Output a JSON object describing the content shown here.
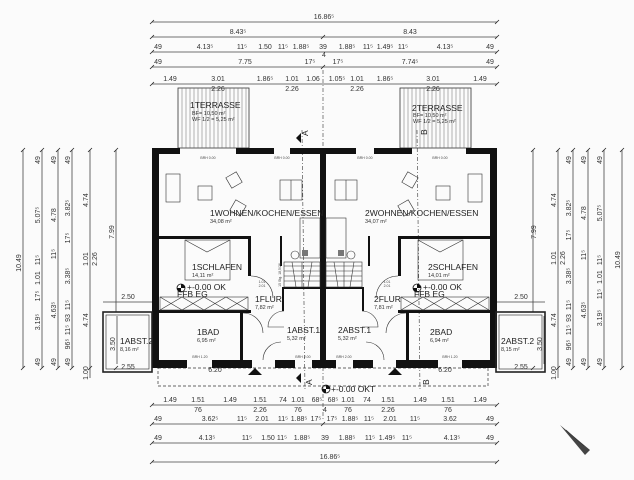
{
  "dimensions": {
    "top": {
      "overall": "16.86⁵",
      "halves": [
        "8.43⁵",
        "8.43"
      ],
      "row3": [
        "49",
        "4.13⁵",
        "11⁵",
        "1.50",
        "11⁵",
        "1.88⁵",
        "39",
        "1.88⁵",
        "11⁵",
        "1.49⁵",
        "11⁵",
        "4.13⁵",
        "49"
      ],
      "row4": [
        "49",
        "7.75",
        "17⁵",
        "4",
        "17⁵",
        "7.74⁵",
        "49"
      ],
      "row5": [
        "1.49",
        "3.01",
        "1.86⁵",
        "1.01",
        "1.06",
        "1.05⁵",
        "1.01",
        "1.86⁵",
        "3.01",
        "1.49"
      ],
      "row5_sub": [
        "2.26",
        "2.26",
        "2.26",
        "2.26"
      ]
    },
    "bottom": {
      "row1": [
        "1.49",
        "1.51",
        "1.49",
        "1.51",
        "74",
        "1.01",
        "68⁵",
        "68⁵",
        "1.01",
        "74",
        "1.51",
        "1.49",
        "1.51",
        "1.49"
      ],
      "row1_sub": [
        "76",
        "2.26",
        "76",
        "4",
        "76",
        "2.26",
        "76"
      ],
      "row2": [
        "49",
        "3.62⁵",
        "11⁵",
        "2.01",
        "11⁵",
        "1.88⁵",
        "17⁵",
        "17⁵",
        "1.88⁵",
        "11⁵",
        "2.01",
        "11⁵",
        "3.62",
        "49"
      ],
      "row3": [
        "49",
        "4.13⁵",
        "11⁵",
        "1.50",
        "11⁵",
        "1.88⁵",
        "39",
        "1.88⁵",
        "11⁵",
        "1.49⁵",
        "11⁵",
        "4.13⁵",
        "49"
      ],
      "overall": "16.86⁵"
    },
    "left": {
      "col1": [
        "10.49"
      ],
      "col2": [
        "49",
        "5.07⁵",
        "11⁵",
        "1.01",
        "17⁵",
        "3.19⁵",
        "49"
      ],
      "col3": [
        "49",
        "4.78",
        "11⁵",
        "4.63⁵",
        "49"
      ],
      "col4": [
        "49",
        "3.82⁵",
        "17⁵",
        "3.38⁵",
        "11⁵",
        "93",
        "11⁵",
        "96⁵",
        "49"
      ],
      "col5": [
        "4.74",
        "1.01",
        "2.26",
        "4.74",
        "1.00"
      ],
      "col6": [
        "7.99"
      ],
      "shed": [
        "2.50",
        "3.50",
        "2.55"
      ]
    },
    "right": {
      "col1": [
        "7.99"
      ],
      "col2": [
        "4.74",
        "1.01",
        "2.26",
        "4.74",
        "1.00"
      ],
      "col3": [
        "49",
        "3.82⁵",
        "17⁵",
        "3.38⁵",
        "11⁵",
        "93",
        "11⁵",
        "96⁵",
        "49"
      ],
      "col4": [
        "49",
        "4.78",
        "11⁵",
        "4.63⁵",
        "49"
      ],
      "col5": [
        "49",
        "5.07⁵",
        "11⁵",
        "1.01",
        "11⁵",
        "3.19⁵",
        "49"
      ],
      "col6": [
        "10.49"
      ],
      "shed": [
        "2.50",
        "3.50",
        "2.55"
      ]
    },
    "porch": [
      "6.20",
      "6.20"
    ]
  },
  "rooms": {
    "terrace1": {
      "name": "1TERRASSE",
      "bf": "BF= 10,50 m²",
      "wf": "WF 1/2 = 5,25 m²"
    },
    "terrace2": {
      "name": "2TERRASSE",
      "bf": "BF= 10,50 m²",
      "wf": "WF 1/2 = 5,25 m²"
    },
    "living1": {
      "name": "1WOHNEN/KOCHEN/ESSEN",
      "area": "34,08 m²"
    },
    "living2": {
      "name": "2WOHNEN/KOCHEN/ESSEN",
      "area": "34,07 m²"
    },
    "bed1": {
      "name": "1SCHLAFEN",
      "area": "14,11 m²"
    },
    "bed2": {
      "name": "2SCHLAFEN",
      "area": "14,01 m²"
    },
    "hall1": {
      "name": "1FLUR",
      "area": "7,82 m²"
    },
    "hall2": {
      "name": "2FLUR",
      "area": "7,81 m²"
    },
    "bath1": {
      "name": "1BAD",
      "area": "6,95 m²"
    },
    "bath2": {
      "name": "2BAD",
      "area": "6,94 m²"
    },
    "store1a": {
      "name": "1ABST.1",
      "area": "5,32 m²"
    },
    "store2a": {
      "name": "2ABST.1",
      "area": "5,32 m²"
    },
    "store1b": {
      "name": "1ABST.2",
      "area": "8,16 m²"
    },
    "store2b": {
      "name": "2ABST.2",
      "area": "8,15 m²"
    }
  },
  "levels": {
    "floor_ok": "+-0.00 OK",
    "floor_ffb": "FFB EG",
    "terrain": "+-0.00 OKT"
  },
  "sections": {
    "a": "A",
    "b": "B"
  },
  "doors": {
    "width": "1.01",
    "height": "2.01"
  },
  "windows": {
    "brh0": "BRH 0.00",
    "brh120": "BRH 1.20",
    "brh200": "BRH 2.00"
  },
  "stairs": {
    "label": "15 Stg. 18,5/26"
  }
}
